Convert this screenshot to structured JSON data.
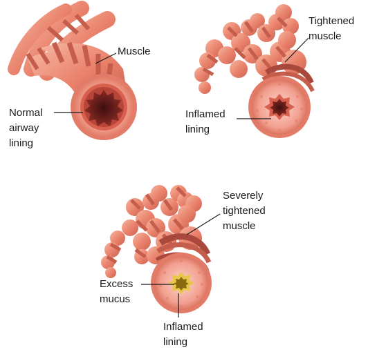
{
  "panels": [
    {
      "id": "normal",
      "labels": {
        "muscle": "Muscle",
        "lining_1": "Normal",
        "lining_2": "airway",
        "lining_3": "lining"
      }
    },
    {
      "id": "asthma",
      "labels": {
        "muscle_1": "Tightened",
        "muscle_2": "muscle",
        "lining_1": "Inflamed",
        "lining_2": "lining"
      }
    },
    {
      "id": "attack",
      "labels": {
        "muscle_1": "Severely",
        "muscle_2": "tightened",
        "muscle_3": "muscle",
        "mucus_1": "Excess",
        "mucus_2": "mucus",
        "lining_1": "Inflamed",
        "lining_2": "lining"
      }
    }
  ],
  "colors": {
    "tube": "#e9806a",
    "tube_light": "#f6b6a0",
    "band": "#c55d4c",
    "band_dark": "#a9493d",
    "wall": "#f4a596",
    "wall_light": "#fbd2c6",
    "lumen": "#5c1a18",
    "mucus": "#e8c64a",
    "mucus_core": "#8a6a10"
  }
}
